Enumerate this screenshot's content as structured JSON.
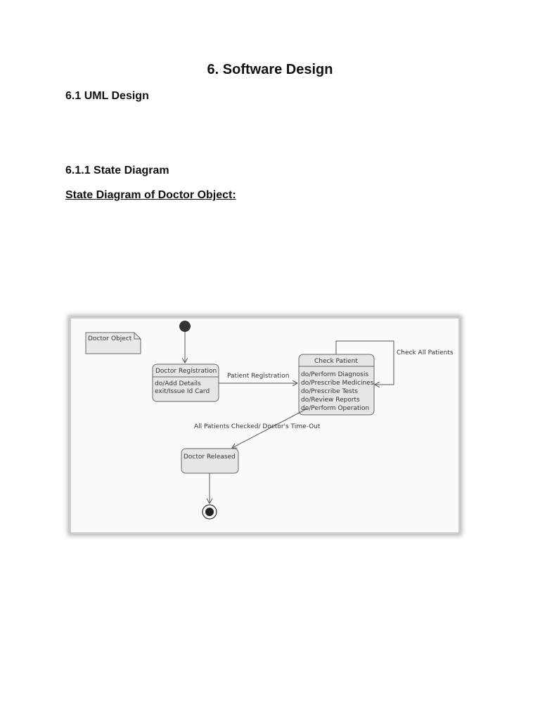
{
  "document": {
    "title": "6. Software Design",
    "section": "6.1 UML Design",
    "subsection": "6.1.1 State Diagram",
    "caption": "State Diagram of Doctor Object:"
  },
  "diagram": {
    "note": "Doctor Object",
    "states": {
      "registration": {
        "name": "Doctor Registration",
        "actions": [
          "do/Add Details",
          "exit/Issue Id Card"
        ]
      },
      "check": {
        "name": "Check Patient",
        "actions": [
          "do/Perform Diagnosis",
          "do/Prescribe Medicines",
          "do/Prescribe Tests",
          "do/Review Reports",
          "do/Perform Operation"
        ]
      },
      "released": {
        "name": "Doctor Released"
      }
    },
    "transitions": {
      "patient_registration": "Patient Registration",
      "check_all": "Check All Patients",
      "all_checked": "All Patients Checked/ Doctor's Time-Out"
    }
  }
}
